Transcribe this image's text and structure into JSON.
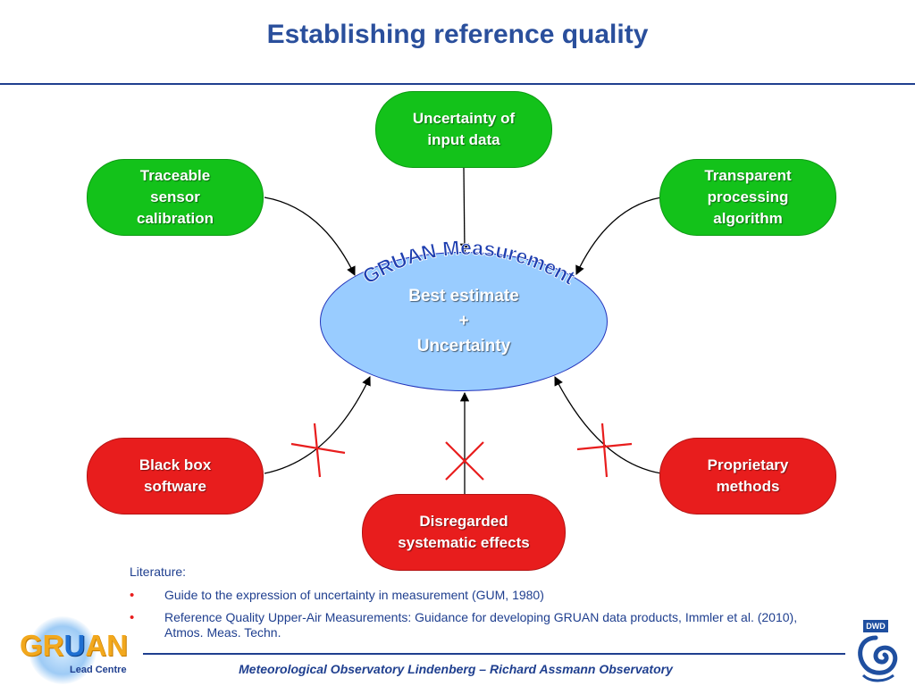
{
  "title": "Establishing reference quality",
  "nodes": {
    "input_uncertainty": "Uncertainty of\ninput data",
    "traceable_calibration": "Traceable\nsensor\ncalibration",
    "transparent_algorithm": "Transparent\nprocessing\nalgorithm",
    "black_box": "Black box\nsoftware",
    "proprietary": "Proprietary\nmethods",
    "disregarded": "Disregarded\nsystematic effects"
  },
  "center": {
    "arc_label": "GRUAN Measurement",
    "text": "Best estimate\n+\nUncertainty"
  },
  "literature": {
    "heading": "Literature:",
    "items": [
      "Guide to the expression of uncertainty in measurement (GUM, 1980)",
      "Reference Quality Upper-Air Measurements: Guidance for developing GRUAN data products, Immler et al. (2010), Atmos. Meas. Techn."
    ]
  },
  "footer": {
    "text": "Meteorological Observatory Lindenberg – Richard Assmann Observatory"
  },
  "logos": {
    "gruan_word_a": "GR",
    "gruan_word_b": "U",
    "gruan_word_c": "AN",
    "gruan_sub": "Lead Centre",
    "dwd": "DWD"
  },
  "colors": {
    "title_blue": "#2a4f9c",
    "positive_green": "#13c21a",
    "negative_red": "#e81d1d",
    "center_fill": "#99ccff"
  }
}
